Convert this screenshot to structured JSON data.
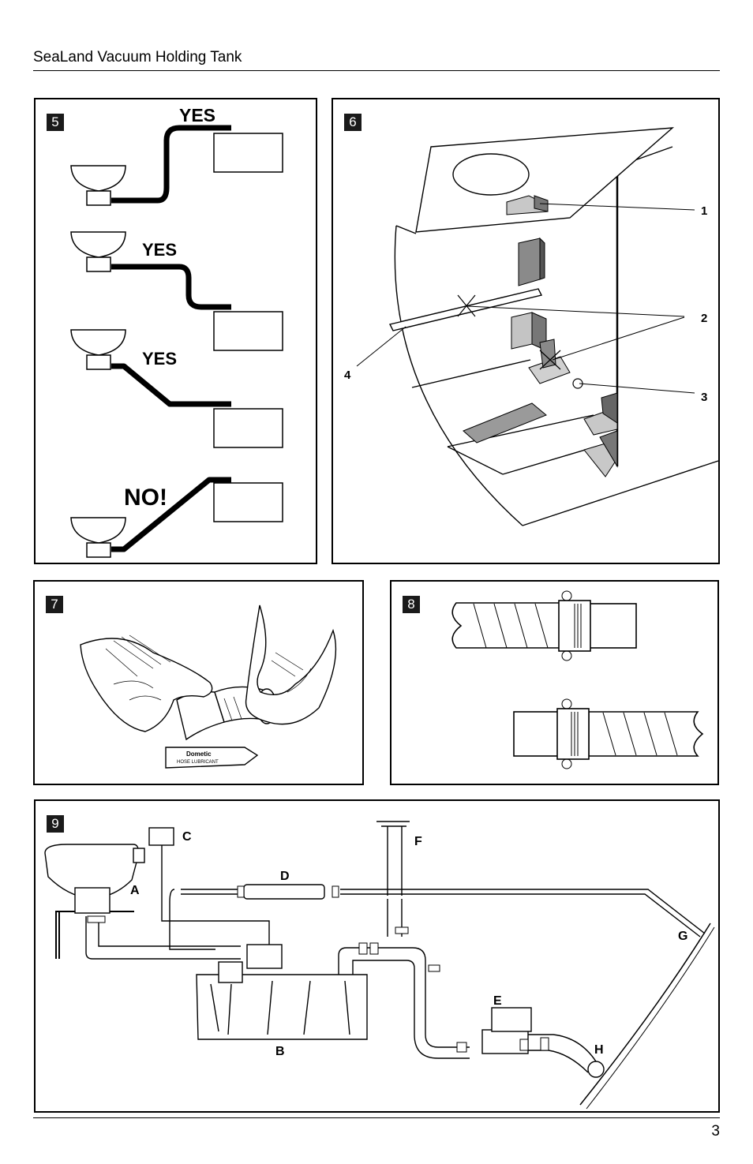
{
  "header": {
    "title": "SeaLand Vacuum Holding Tank"
  },
  "page_number": "3",
  "figures": [
    {
      "number": "5",
      "labels": [
        "YES",
        "YES",
        "YES",
        "NO!"
      ]
    },
    {
      "number": "6",
      "callouts": [
        "1",
        "2",
        "3",
        "4"
      ]
    },
    {
      "number": "7",
      "tube_brand": "Dometic",
      "tube_text": "HOSE LUBRICANT"
    },
    {
      "number": "8"
    },
    {
      "number": "9",
      "callouts": [
        "A",
        "B",
        "C",
        "D",
        "E",
        "F",
        "G",
        "H"
      ]
    }
  ]
}
